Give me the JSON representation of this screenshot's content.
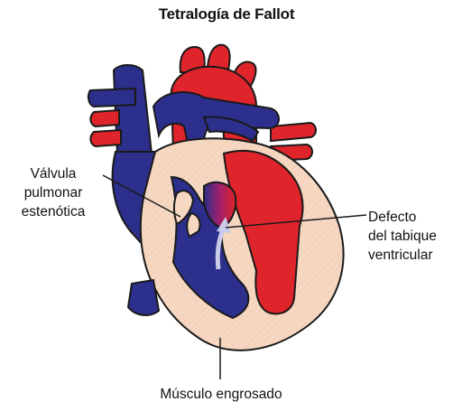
{
  "title": "Tetralogía de Fallot",
  "labels": {
    "valve": [
      "Válvula",
      "pulmonar",
      "estenótica"
    ],
    "vsd": [
      "Defecto",
      "del tabique",
      "ventricular"
    ],
    "muscle": "Músculo engrosado"
  },
  "colors": {
    "oxygenated": "#e0242b",
    "deoxygenated": "#2c2f8c",
    "muscle": "#f6d8c2",
    "outline": "#1a1a1a",
    "background": "#ffffff"
  }
}
